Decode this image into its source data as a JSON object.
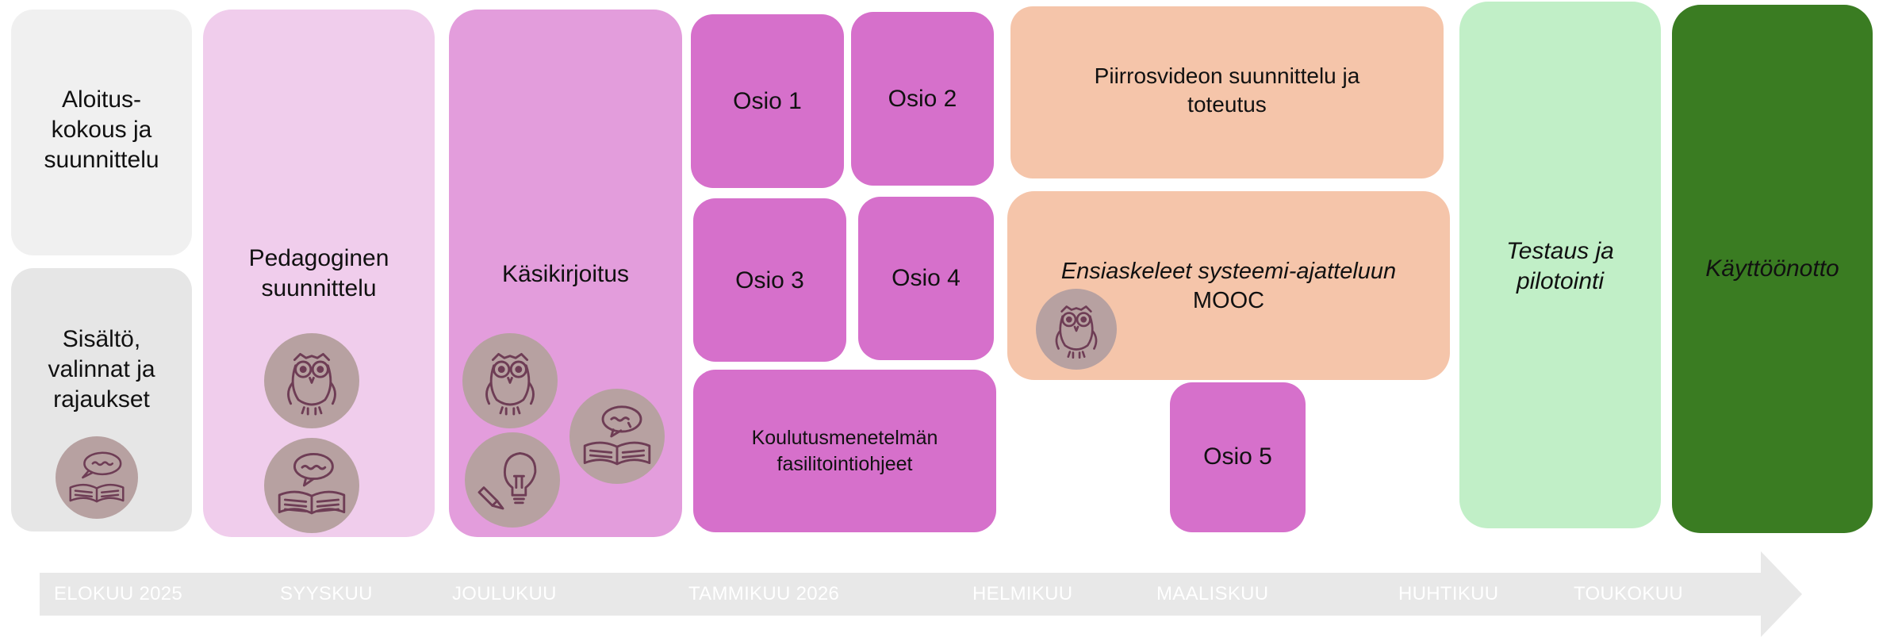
{
  "phases": {
    "aloitus": "Aloitus-\nkokous ja\nsuunnittelu",
    "sisalto": "Sisältö,\nvalinnat ja\nrajaukset",
    "pedagoginen": "Pedagoginen\nsuunnittelu",
    "kasikirjoitus": "Käsikirjoitus",
    "osio1": "Osio 1",
    "osio2": "Osio 2",
    "osio3": "Osio 3",
    "osio4": "Osio 4",
    "osio5": "Osio 5",
    "koulutus": "Koulutusmenetelmän\nfasilitointiohjeet",
    "piirrosvideo": "Piirrosvideon suunnittelu ja\ntoteutus",
    "mooc_title": "Ensiaskeleet systeemi-ajatteluun",
    "mooc_suffix": "MOOC",
    "testaus": "Testaus ja\npilotointi",
    "kayttoonotto": "Käyttöönotto"
  },
  "timeline": {
    "months": [
      "ELOKUU 2025",
      "SYYSKUU",
      "JOULUKUU",
      "TAMMIKUU 2026",
      "HELMIKUU",
      "MAALISKUU",
      "HUHTIKUU",
      "TOUKOKUU"
    ]
  },
  "colors": {
    "light_gray": "#f0f0f0",
    "gray": "#e6e6e6",
    "light_pink": "#f0cdec",
    "pink": "#e39ddc",
    "magenta": "#d670cb",
    "peach": "#f5c5aa",
    "mint": "#c1efc7",
    "dark_green": "#3a7c22",
    "badge": "#b7a1a1",
    "arrow": "#e8e8e8"
  },
  "icons": [
    "owl-icon",
    "speech-book-icon",
    "lightbulb-pencil-icon"
  ]
}
